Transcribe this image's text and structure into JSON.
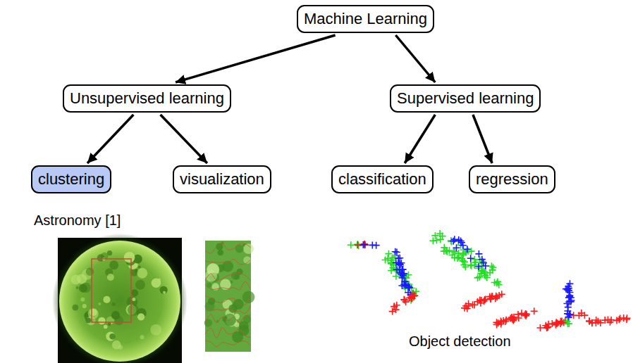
{
  "diagram": {
    "nodes": [
      {
        "text": [
          "Machine Learning"
        ]
      },
      {
        "text": [
          "Unsupervised learning"
        ]
      },
      {
        "text": [
          "Supervised learning"
        ]
      },
      {
        "text": [
          "clustering"
        ]
      },
      {
        "text": [
          "visualization"
        ]
      },
      {
        "text": [
          "classification"
        ]
      },
      {
        "text": [
          "regression"
        ]
      }
    ],
    "edges": [
      {
        "from": 0,
        "to": 1,
        "arrow": "to"
      },
      {
        "from": 0,
        "to": 2,
        "arrow": "to"
      },
      {
        "from": 1,
        "to": 3,
        "arrow": "to"
      },
      {
        "from": 1,
        "to": 4,
        "arrow": "to"
      },
      {
        "from": 2,
        "to": 5,
        "arrow": "to"
      },
      {
        "from": 2,
        "to": 6,
        "arrow": "to"
      }
    ],
    "labels": [
      "Astronomy [1]",
      "Object detection"
    ]
  }
}
